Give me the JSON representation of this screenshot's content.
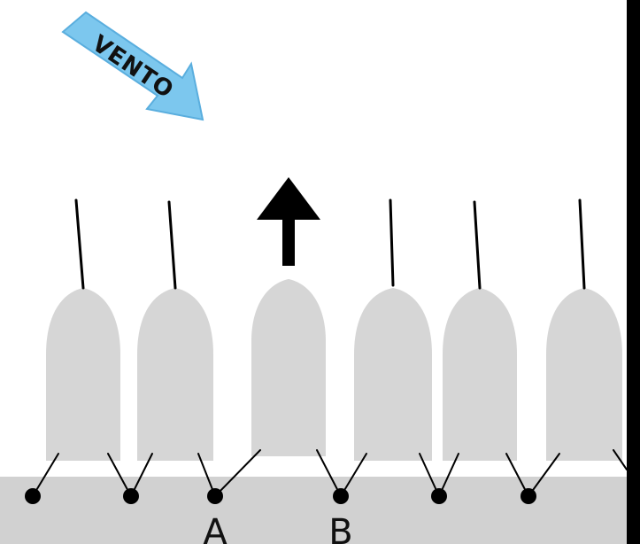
{
  "wind": {
    "label": "VENTO",
    "color": "#7cc7ee",
    "stroke": "#5aaede"
  },
  "boat_color": "#d6d6d6",
  "dock_color": "#d1d1d1",
  "right_strip_color": "#000000",
  "point_labels": [
    "A",
    "B"
  ]
}
